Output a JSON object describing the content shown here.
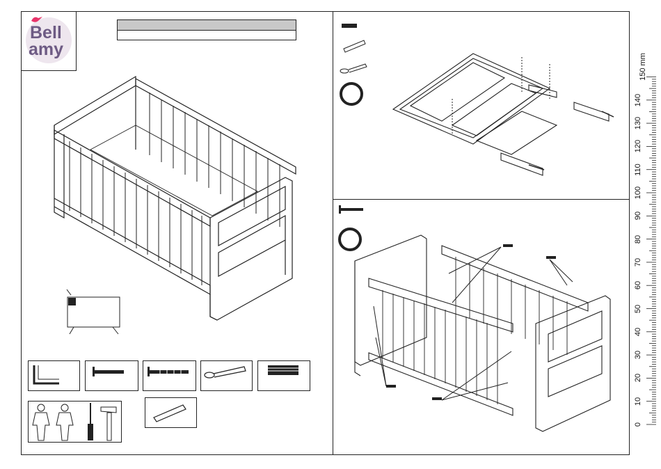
{
  "logo": {
    "brand_line1": "Bell",
    "brand_line2": "amy",
    "accent_color": "#e8346a",
    "text_color": "#6e5b84"
  },
  "model_box": {
    "top": "",
    "bottom": ""
  },
  "ruler": {
    "unit_label": "150 mm",
    "ticks": [
      "140",
      "130",
      "120",
      "110",
      "100",
      "90",
      "80",
      "70",
      "60",
      "50",
      "40",
      "30",
      "20",
      "10",
      "0"
    ]
  },
  "tools": [
    "allen-key",
    "bolt",
    "long-bolt",
    "wrench",
    "bolt-pack",
    "dowel"
  ],
  "icons": [
    "two-person-icon",
    "screwdriver-icon",
    "hammer-icon"
  ]
}
